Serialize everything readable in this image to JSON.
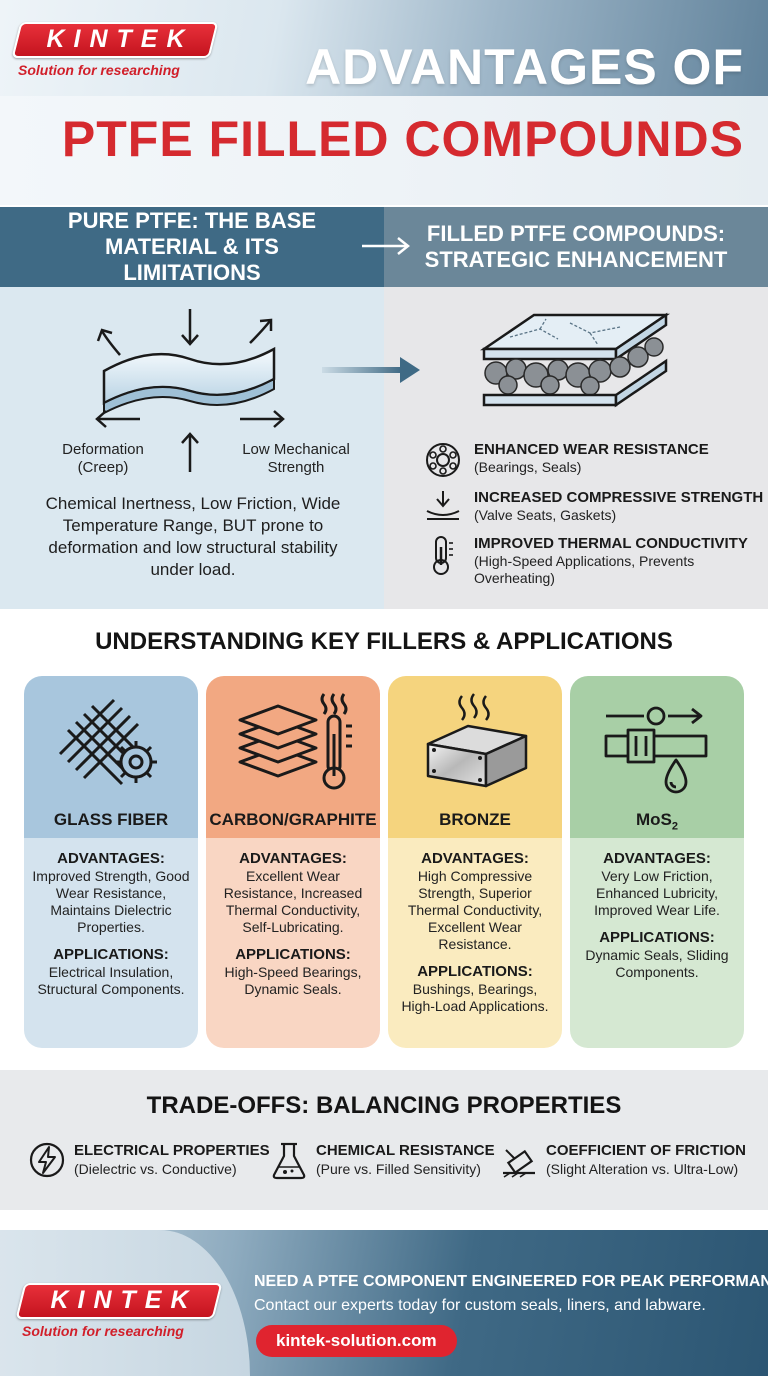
{
  "brand": {
    "name": "KINTEK",
    "tagline": "Solution for researching"
  },
  "header": {
    "title_line1": "ADVANTAGES OF",
    "title_line2": "PTFE FILLED COMPOUNDS",
    "accent_color": "#d52a2f"
  },
  "compare": {
    "left_heading": "PURE PTFE: THE BASE MATERIAL & ITS LIMITATIONS",
    "right_heading": "FILLED PTFE COMPOUNDS: STRATEGIC ENHANCEMENT",
    "left_label_1": "Deformation (Creep)",
    "left_label_2": "Low Mechanical Strength",
    "left_description": "Chemical Inertness, Low Friction, Wide Temperature Range, BUT prone to deformation and low structural stability under load.",
    "benefits": [
      {
        "icon": "bearing-icon",
        "title": "ENHANCED WEAR RESISTANCE",
        "sub": "(Bearings, Seals)"
      },
      {
        "icon": "compression-icon",
        "title": "INCREASED COMPRESSIVE STRENGTH",
        "sub": "(Valve Seats, Gaskets)"
      },
      {
        "icon": "thermometer-icon",
        "title": "IMPROVED THERMAL CONDUCTIVITY",
        "sub": "(High-Speed Applications, Prevents Overheating)"
      }
    ]
  },
  "fillers": {
    "title": "UNDERSTANDING KEY FILLERS & APPLICATIONS",
    "cards": [
      {
        "name": "GLASS FIBER",
        "icon": "glass-fiber-icon",
        "advantages_label": "ADVANTAGES:",
        "advantages": "Improved Strength, Good Wear Resistance, Maintains Dielectric Properties.",
        "applications_label": "APPLICATIONS:",
        "applications": "Electrical Insulation, Structural Components."
      },
      {
        "name": "CARBON/GRAPHITE",
        "icon": "graphite-layers-icon",
        "advantages_label": "ADVANTAGES:",
        "advantages": "Excellent Wear Resistance, Increased Thermal Conductivity, Self-Lubricating.",
        "applications_label": "APPLICATIONS:",
        "applications": "High-Speed Bearings, Dynamic Seals."
      },
      {
        "name": "BRONZE",
        "icon": "metal-block-icon",
        "advantages_label": "ADVANTAGES:",
        "advantages": "High Compressive Strength, Superior Thermal Conductivity, Excellent Wear Resistance.",
        "applications_label": "APPLICATIONS:",
        "applications": "Bushings, Bearings, High-Load Applications."
      },
      {
        "name": "MoS",
        "name_sub": "2",
        "icon": "slider-lubricant-icon",
        "advantages_label": "ADVANTAGES:",
        "advantages": "Very Low Friction, Enhanced Lubricity, Improved Wear Life.",
        "applications_label": "APPLICATIONS:",
        "applications": "Dynamic Seals, Sliding Components."
      }
    ]
  },
  "tradeoffs": {
    "title": "TRADE-OFFS: BALANCING PROPERTIES",
    "items": [
      {
        "icon": "lightning-icon",
        "title": "ELECTRICAL PROPERTIES",
        "sub": "(Dielectric vs. Conductive)"
      },
      {
        "icon": "flask-icon",
        "title": "CHEMICAL RESISTANCE",
        "sub": "(Pure vs. Filled Sensitivity)"
      },
      {
        "icon": "friction-icon",
        "title": "COEFFICIENT OF FRICTION",
        "sub": "(Slight Alteration vs. Ultra-Low)"
      }
    ]
  },
  "footer": {
    "cta_heading": "NEED A PTFE COMPONENT ENGINEERED FOR PEAK PERFORMANCE?",
    "cta_text": "Contact our experts today for custom seals, liners, and labware.",
    "link": "kintek-solution.com",
    "link_color": "#e0242f"
  }
}
